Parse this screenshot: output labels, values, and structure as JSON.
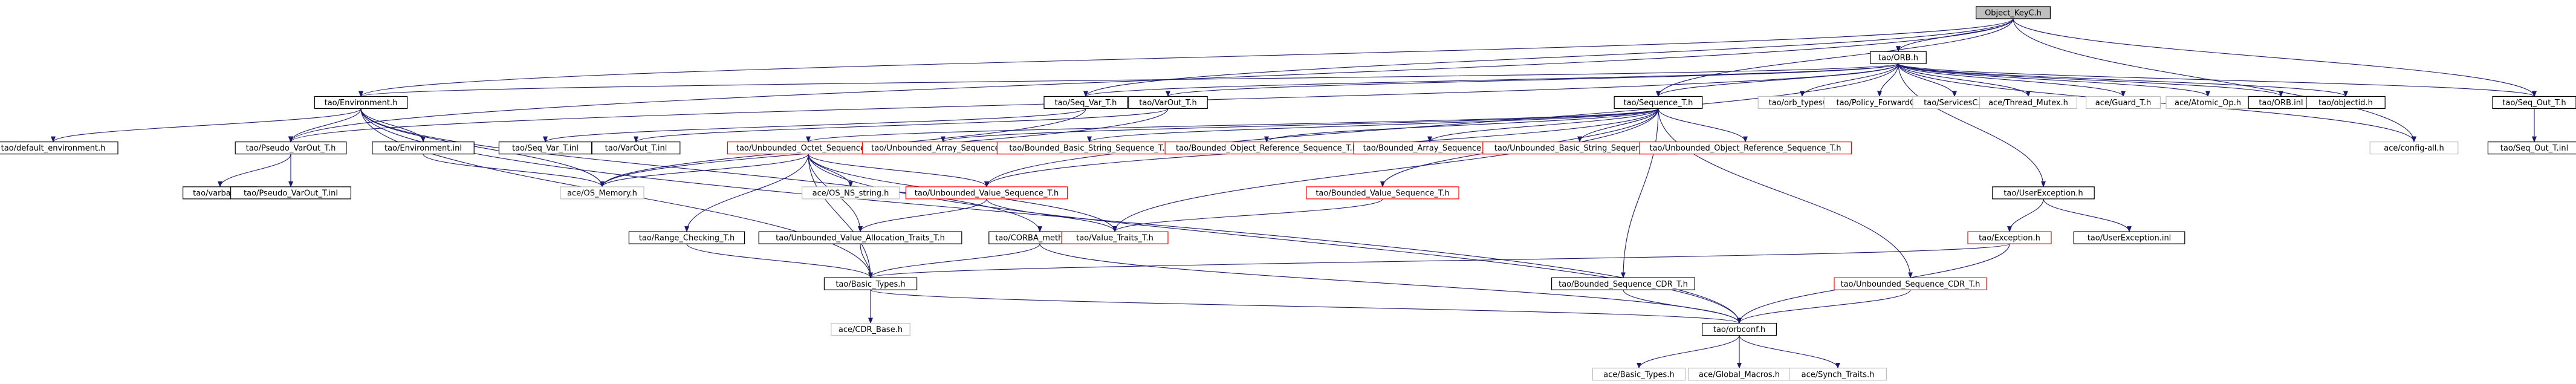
{
  "graph": {
    "colors": {
      "edge": "#191970",
      "root_fill": "#bfbfbf",
      "border_documented": "#000000",
      "border_undocumented": "#ff0000",
      "border_external": "#bfbfbf"
    },
    "nodes": [
      {
        "id": "object_keyc",
        "label": "Object_KeyC.h",
        "style": "root"
      },
      {
        "id": "orb",
        "label": "tao/ORB.h",
        "style": "black"
      },
      {
        "id": "environment",
        "label": "tao/Environment.h",
        "style": "black"
      },
      {
        "id": "seq_var",
        "label": "tao/Seq_Var_T.h",
        "style": "black"
      },
      {
        "id": "varout",
        "label": "tao/VarOut_T.h",
        "style": "black"
      },
      {
        "id": "sequence",
        "label": "tao/Sequence_T.h",
        "style": "black"
      },
      {
        "id": "seq_out",
        "label": "tao/Seq_Out_T.h",
        "style": "black"
      },
      {
        "id": "default_env",
        "label": "tao/default_environment.h",
        "style": "black"
      },
      {
        "id": "pseudo_varout",
        "label": "tao/Pseudo_VarOut_T.h",
        "style": "black"
      },
      {
        "id": "env_inl",
        "label": "tao/Environment.inl",
        "style": "black"
      },
      {
        "id": "seq_var_inl",
        "label": "tao/Seq_Var_T.inl",
        "style": "black"
      },
      {
        "id": "varout_inl",
        "label": "tao/VarOut_T.inl",
        "style": "black"
      },
      {
        "id": "unb_octet",
        "label": "tao/Unbounded_Octet_Sequence_T.h",
        "style": "red"
      },
      {
        "id": "unb_array",
        "label": "tao/Unbounded_Array_Sequence_T.h",
        "style": "red"
      },
      {
        "id": "bnd_basic_str",
        "label": "tao/Bounded_Basic_String_Sequence_T.h",
        "style": "red"
      },
      {
        "id": "bnd_objref",
        "label": "tao/Bounded_Object_Reference_Sequence_T.h",
        "style": "red"
      },
      {
        "id": "bnd_array",
        "label": "tao/Bounded_Array_Sequence_T.h",
        "style": "red"
      },
      {
        "id": "unb_basic_str",
        "label": "tao/Unbounded_Basic_String_Sequence_T.h",
        "style": "red"
      },
      {
        "id": "unb_objref",
        "label": "tao/Unbounded_Object_Reference_Sequence_T.h",
        "style": "red"
      },
      {
        "id": "orb_typesc",
        "label": "tao/orb_typesC.h",
        "style": "gray"
      },
      {
        "id": "policy_fwd",
        "label": "tao/Policy_ForwardC.h",
        "style": "gray"
      },
      {
        "id": "servicesc",
        "label": "tao/ServicesC.h",
        "style": "gray"
      },
      {
        "id": "thread_mutex",
        "label": "ace/Thread_Mutex.h",
        "style": "gray"
      },
      {
        "id": "guard",
        "label": "ace/Guard_T.h",
        "style": "gray"
      },
      {
        "id": "atomic_op",
        "label": "ace/Atomic_Op.h",
        "style": "gray"
      },
      {
        "id": "orb_inl",
        "label": "tao/ORB.inl",
        "style": "black"
      },
      {
        "id": "objectid",
        "label": "tao/objectid.h",
        "style": "black"
      },
      {
        "id": "seq_out_inl",
        "label": "tao/Seq_Out_T.inl",
        "style": "black"
      },
      {
        "id": "config_all",
        "label": "ace/config-all.h",
        "style": "gray"
      },
      {
        "id": "varbase",
        "label": "tao/varbase.h",
        "style": "black"
      },
      {
        "id": "pseudo_varout_inl",
        "label": "tao/Pseudo_VarOut_T.inl",
        "style": "black"
      },
      {
        "id": "os_memory",
        "label": "ace/OS_Memory.h",
        "style": "gray"
      },
      {
        "id": "os_ns_string",
        "label": "ace/OS_NS_string.h",
        "style": "gray"
      },
      {
        "id": "unb_value",
        "label": "tao/Unbounded_Value_Sequence_T.h",
        "style": "red"
      },
      {
        "id": "bnd_value",
        "label": "tao/Bounded_Value_Sequence_T.h",
        "style": "red"
      },
      {
        "id": "user_exc",
        "label": "tao/UserException.h",
        "style": "black"
      },
      {
        "id": "range_check",
        "label": "tao/Range_Checking_T.h",
        "style": "black"
      },
      {
        "id": "unb_value_alloc",
        "label": "tao/Unbounded_Value_Allocation_Traits_T.h",
        "style": "black"
      },
      {
        "id": "corba_methods",
        "label": "tao/CORBA_methods.h",
        "style": "black"
      },
      {
        "id": "value_traits",
        "label": "tao/Value_Traits_T.h",
        "style": "red"
      },
      {
        "id": "exception",
        "label": "tao/Exception.h",
        "style": "red"
      },
      {
        "id": "user_exc_inl",
        "label": "tao/UserException.inl",
        "style": "black"
      },
      {
        "id": "basic_types",
        "label": "tao/Basic_Types.h",
        "style": "black"
      },
      {
        "id": "bnd_seq_cdr",
        "label": "tao/Bounded_Sequence_CDR_T.h",
        "style": "black"
      },
      {
        "id": "unb_seq_cdr",
        "label": "tao/Unbounded_Sequence_CDR_T.h",
        "style": "red"
      },
      {
        "id": "cdr_base",
        "label": "ace/CDR_Base.h",
        "style": "gray"
      },
      {
        "id": "orbconf",
        "label": "tao/orbconf.h",
        "style": "black"
      },
      {
        "id": "ace_basic_types",
        "label": "ace/Basic_Types.h",
        "style": "gray"
      },
      {
        "id": "global_macros",
        "label": "ace/Global_Macros.h",
        "style": "gray"
      },
      {
        "id": "synch_traits",
        "label": "ace/Synch_Traits.h",
        "style": "gray"
      }
    ],
    "edges": [
      [
        "object_keyc",
        "orb"
      ],
      [
        "object_keyc",
        "sequence"
      ],
      [
        "object_keyc",
        "seq_var"
      ],
      [
        "object_keyc",
        "seq_out"
      ],
      [
        "object_keyc",
        "config_all"
      ],
      [
        "object_keyc",
        "environment"
      ],
      [
        "object_keyc",
        "pseudo_varout"
      ],
      [
        "orb",
        "environment"
      ],
      [
        "orb",
        "seq_var"
      ],
      [
        "orb",
        "varout"
      ],
      [
        "orb",
        "sequence"
      ],
      [
        "orb",
        "seq_out"
      ],
      [
        "orb",
        "orb_typesc"
      ],
      [
        "orb",
        "policy_fwd"
      ],
      [
        "orb",
        "servicesc"
      ],
      [
        "orb",
        "thread_mutex"
      ],
      [
        "orb",
        "guard"
      ],
      [
        "orb",
        "atomic_op"
      ],
      [
        "orb",
        "orb_inl"
      ],
      [
        "orb",
        "objectid"
      ],
      [
        "orb",
        "user_exc"
      ],
      [
        "orb",
        "config_all"
      ],
      [
        "orb",
        "pseudo_varout"
      ],
      [
        "orb",
        "unb_value"
      ],
      [
        "environment",
        "default_env"
      ],
      [
        "environment",
        "pseudo_varout"
      ],
      [
        "environment",
        "env_inl"
      ],
      [
        "environment",
        "os_memory"
      ],
      [
        "environment",
        "corba_methods"
      ],
      [
        "environment",
        "basic_types"
      ],
      [
        "environment",
        "orbconf"
      ],
      [
        "pseudo_varout",
        "varbase"
      ],
      [
        "pseudo_varout",
        "pseudo_varout_inl"
      ],
      [
        "env_inl",
        "os_memory"
      ],
      [
        "seq_var",
        "seq_var_inl"
      ],
      [
        "seq_var",
        "os_memory"
      ],
      [
        "varout",
        "varout_inl"
      ],
      [
        "varout",
        "os_memory"
      ],
      [
        "seq_out",
        "seq_out_inl"
      ],
      [
        "sequence",
        "unb_octet"
      ],
      [
        "sequence",
        "unb_array"
      ],
      [
        "sequence",
        "bnd_basic_str"
      ],
      [
        "sequence",
        "bnd_objref"
      ],
      [
        "sequence",
        "bnd_array"
      ],
      [
        "sequence",
        "unb_basic_str"
      ],
      [
        "sequence",
        "unb_objref"
      ],
      [
        "sequence",
        "unb_value"
      ],
      [
        "sequence",
        "bnd_value"
      ],
      [
        "sequence",
        "bnd_seq_cdr"
      ],
      [
        "sequence",
        "unb_seq_cdr"
      ],
      [
        "sequence",
        "value_traits"
      ],
      [
        "unb_octet",
        "os_memory"
      ],
      [
        "unb_octet",
        "os_ns_string"
      ],
      [
        "unb_octet",
        "unb_value"
      ],
      [
        "unb_octet",
        "range_check"
      ],
      [
        "unb_octet",
        "unb_value_alloc"
      ],
      [
        "unb_octet",
        "value_traits"
      ],
      [
        "unb_octet",
        "basic_types"
      ],
      [
        "unb_octet",
        "orbconf"
      ],
      [
        "unb_value",
        "unb_value_alloc"
      ],
      [
        "unb_value",
        "value_traits"
      ],
      [
        "bnd_value",
        "value_traits"
      ],
      [
        "range_check",
        "basic_types"
      ],
      [
        "unb_value_alloc",
        "basic_types"
      ],
      [
        "corba_methods",
        "basic_types"
      ],
      [
        "corba_methods",
        "orbconf"
      ],
      [
        "user_exc",
        "exception"
      ],
      [
        "user_exc",
        "user_exc_inl"
      ],
      [
        "exception",
        "basic_types"
      ],
      [
        "exception",
        "orbconf"
      ],
      [
        "basic_types",
        "cdr_base"
      ],
      [
        "basic_types",
        "orbconf"
      ],
      [
        "bnd_seq_cdr",
        "orbconf"
      ],
      [
        "unb_seq_cdr",
        "orbconf"
      ],
      [
        "orbconf",
        "ace_basic_types"
      ],
      [
        "orbconf",
        "global_macros"
      ],
      [
        "orbconf",
        "synch_traits"
      ]
    ]
  }
}
